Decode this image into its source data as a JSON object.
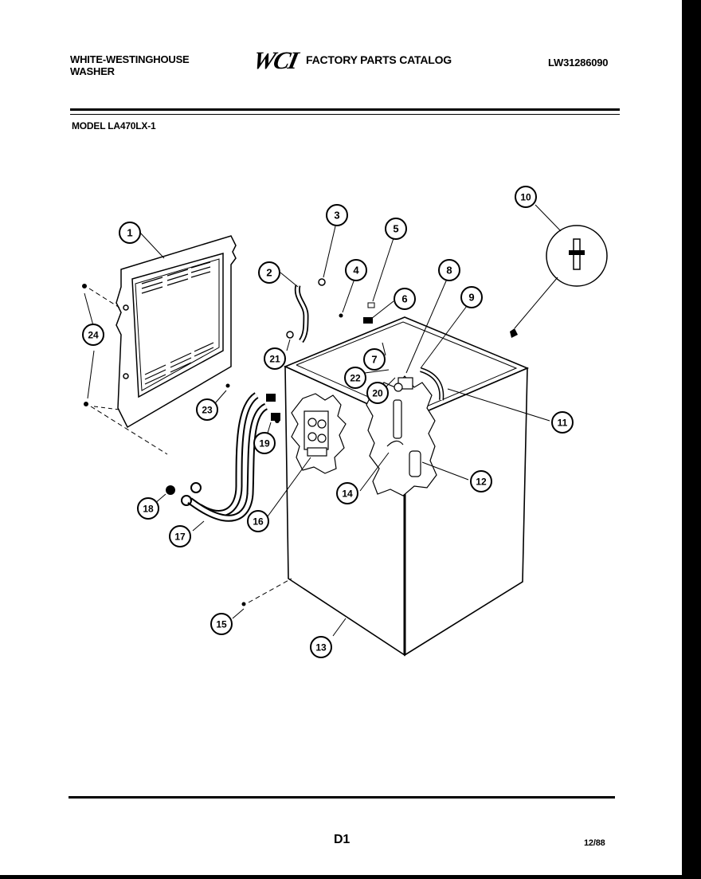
{
  "header": {
    "brand_line1": "WHITE-WESTINGHOUSE",
    "brand_line2": "WASHER",
    "logo_text": "WCI",
    "catalog_title": "FACTORY PARTS CATALOG",
    "doc_number": "LW31286090"
  },
  "model_label": "MODEL LA470LX-1",
  "parts": [
    {
      "number": "1"
    },
    {
      "number": "2"
    },
    {
      "number": "3"
    },
    {
      "number": "4"
    },
    {
      "number": "5"
    },
    {
      "number": "6"
    },
    {
      "number": "7"
    },
    {
      "number": "8"
    },
    {
      "number": "9"
    },
    {
      "number": "10"
    },
    {
      "number": "11"
    },
    {
      "number": "12"
    },
    {
      "number": "13"
    },
    {
      "number": "14"
    },
    {
      "number": "15"
    },
    {
      "number": "16"
    },
    {
      "number": "17"
    },
    {
      "number": "18"
    },
    {
      "number": "19"
    },
    {
      "number": "20"
    },
    {
      "number": "21"
    },
    {
      "number": "22"
    },
    {
      "number": "23"
    },
    {
      "number": "24"
    }
  ],
  "footer": {
    "page_code": "D1",
    "date": "12/88"
  }
}
